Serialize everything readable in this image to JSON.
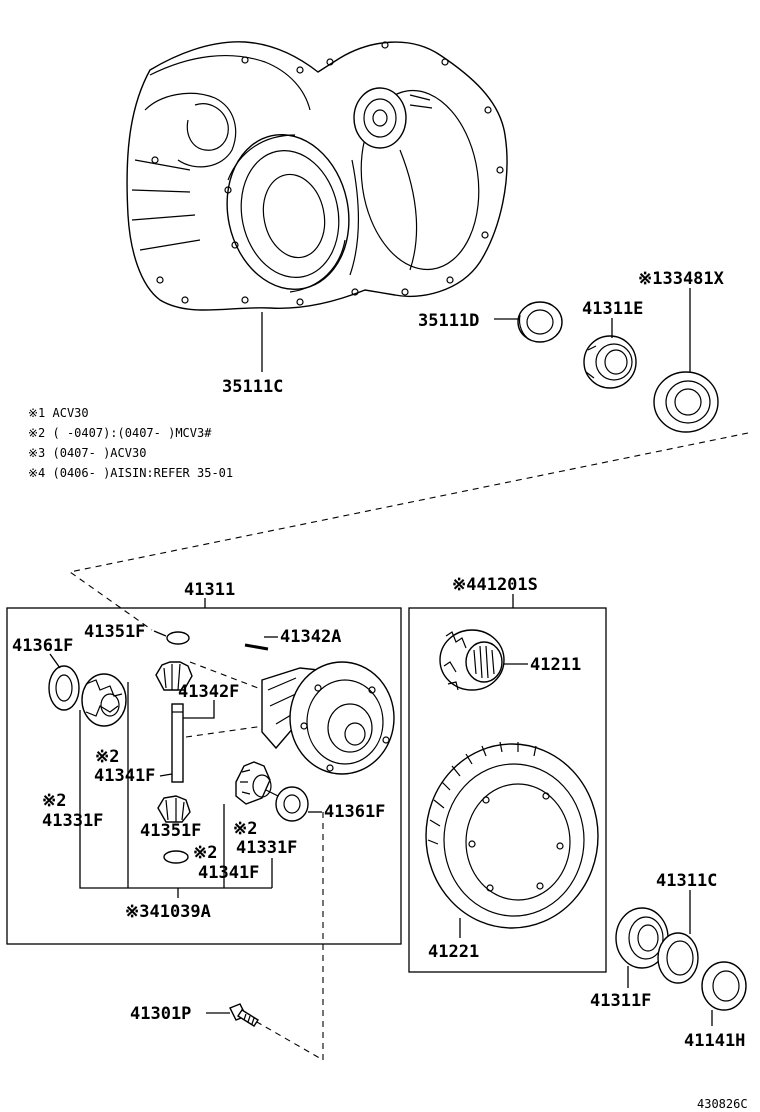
{
  "parts": {
    "p35111C": "35111C",
    "p35111D": "35111D",
    "p41311E": "41311E",
    "p133481X": "※133481X",
    "p41311": "41311",
    "p41201S": "※441201S",
    "p41351F_top": "41351F",
    "p41342A": "41342A",
    "p41361F_left": "41361F",
    "p41342F": "41342F",
    "p41341F_left_mark": "※2",
    "p41341F_left": "41341F",
    "p41331F_left_mark": "※2",
    "p41331F_left": "41331F",
    "p41351F_bottom": "41351F",
    "p41341F_bottom_mark": "※2",
    "p41341F_bottom": "41341F",
    "p41331F_right_mark": "※2",
    "p41331F_right": "41331F",
    "p41361F_right": "41361F",
    "p41039A": "※341039A",
    "p41211": "41211",
    "p41221": "41221",
    "p41311C": "41311C",
    "p41311F": "41311F",
    "p41141H": "41141H",
    "p41301P": "41301P"
  },
  "notes": [
    "※1 ACV30",
    "※2 (     -0407):(0407-     )MCV3#",
    "※3 (0407-     )ACV30",
    "※4 (0406-     )AISIN:REFER 35-01"
  ],
  "diagram_code": "430826C"
}
